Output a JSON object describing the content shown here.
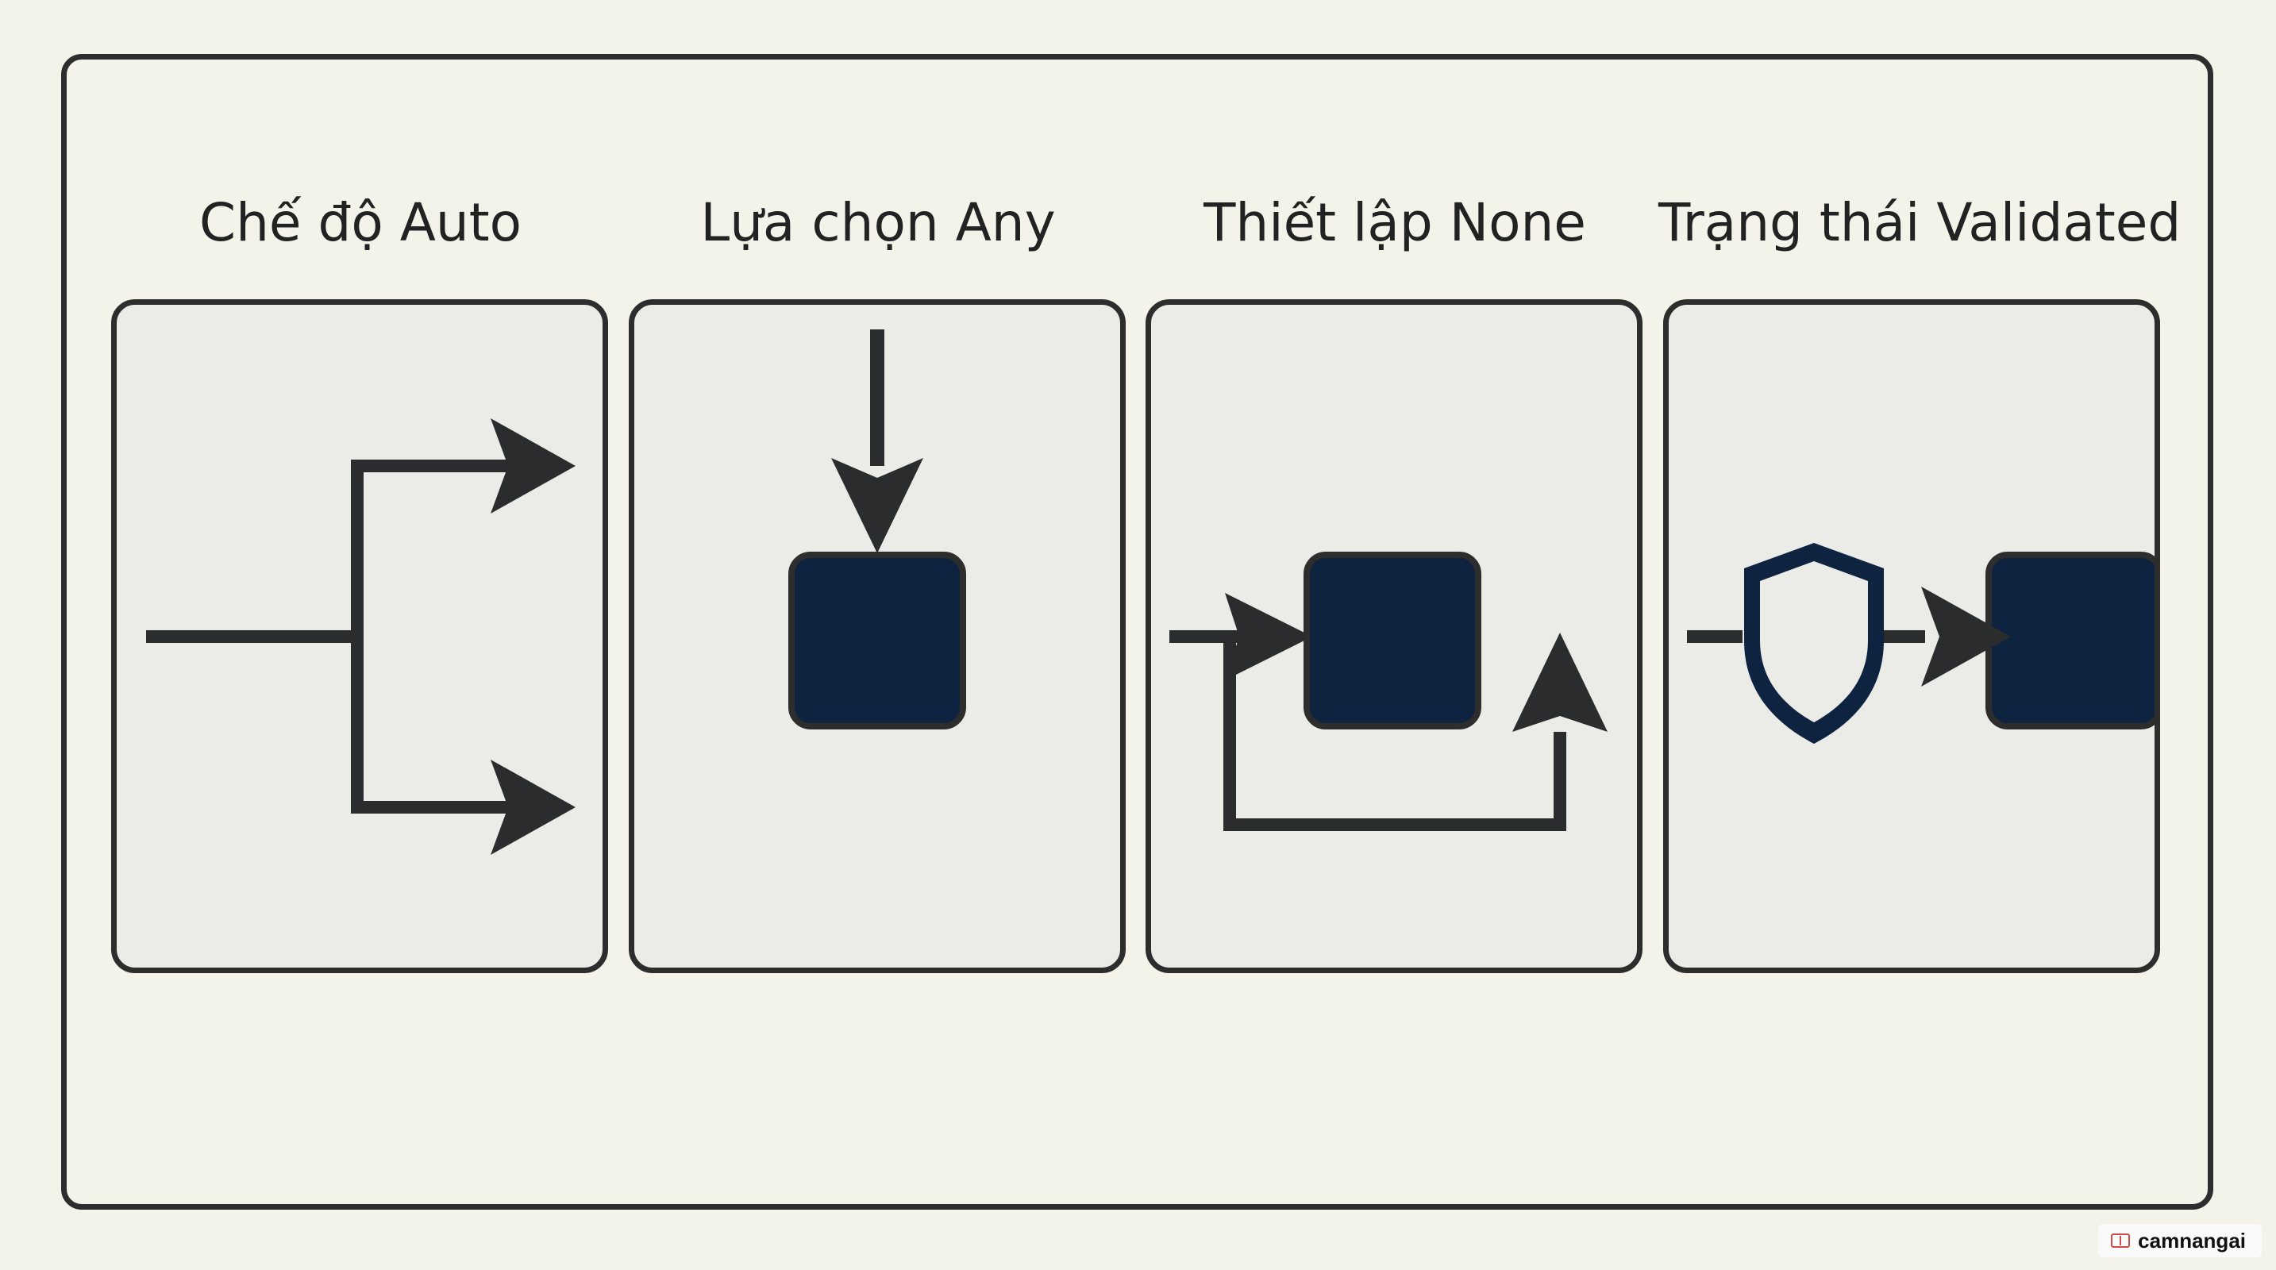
{
  "panels": [
    {
      "title": "Chế độ Auto",
      "icon": "branching-arrows-icon"
    },
    {
      "title": "Lựa chọn Any",
      "icon": "arrow-into-block-icon"
    },
    {
      "title": "Thiết lập None",
      "icon": "loop-arrow-block-icon"
    },
    {
      "title": "Trạng thái Validated",
      "icon": "shield-arrow-block-icon"
    }
  ],
  "watermark": {
    "text": "camnangai"
  },
  "colors": {
    "background": "#f3f3ea",
    "panel_fill": "#ebebe7",
    "outline": "#2d2d2d",
    "block_fill": "#0d2340",
    "arrow": "#2b2c2e"
  }
}
